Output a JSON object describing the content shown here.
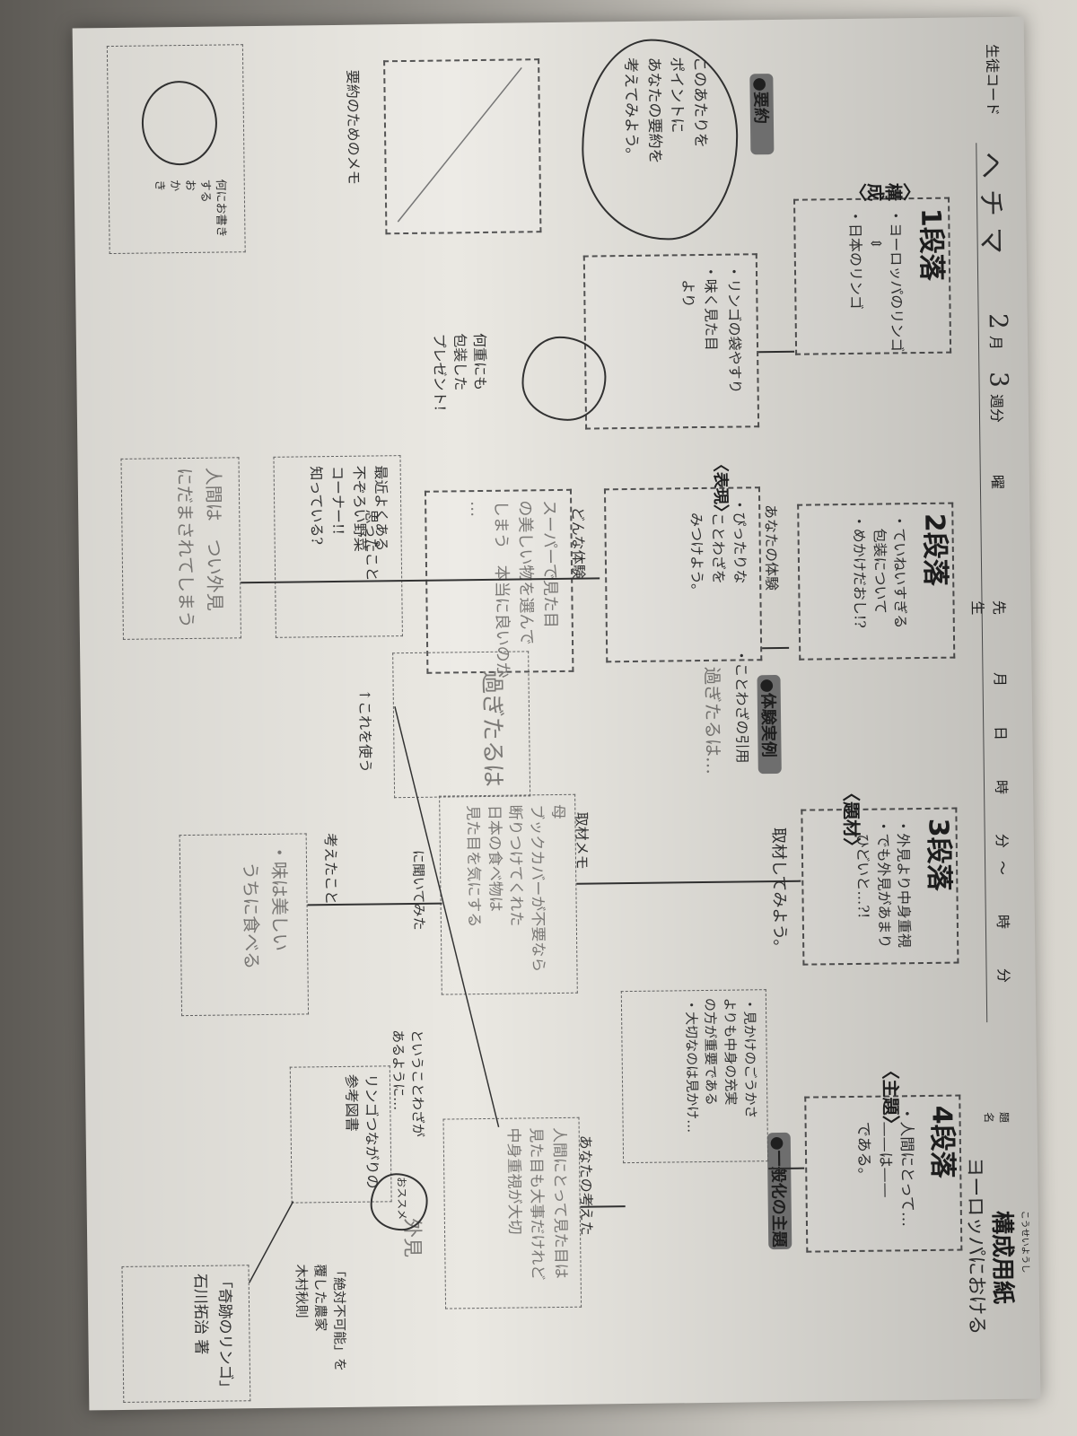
{
  "header": {
    "form_title": "構成用紙",
    "title_ruby": "こうせいようし",
    "subject_label": "題名",
    "subject_value": "ヨーロッパにおける",
    "student_code_label": "生徒コード",
    "student_code_value": "ヘチマ",
    "month_value": "2",
    "month_unit": "月",
    "week_value": "3",
    "week_unit": "週分",
    "day_unit": "曜",
    "teacher_label": "先生",
    "date_text": "月　日　時　分〜　時　分"
  },
  "sections": {
    "s1": {
      "heading": "1段落",
      "tag": "〈構成〉",
      "lines": "・ヨーロッパのリンゴ\n　　⇕\n・日本のリンゴ"
    },
    "s2": {
      "heading": "2段落",
      "lines": "・ていねいすぎる\n　包装について\n・めかけだおし!?"
    },
    "s3": {
      "heading": "3段落",
      "tag": "〈題材〉",
      "lines": "・外見より中身重視\n・でも外見があまり\n　ひどいと…?!"
    },
    "s4": {
      "heading": "4段落",
      "tag": "〈主題〉",
      "lines": "・人間にとって…\n　——は——\n　である。"
    }
  },
  "summary": {
    "banner": "●要約",
    "cloud_text": "このあたりを\nポイントに\nあなたの要約を\n考えてみよう。",
    "box_text": "・リンゴの袋やすり\n・味く見た目\n　より",
    "memo_label": "要約のためのメモ",
    "gift_note": "何重にも\n包装した\nプレゼント!",
    "veg_note": "最近よくある\n不ぞろい野菜\nコーナー!!\n知っている?"
  },
  "experience": {
    "banner": "●体験実例",
    "your_experience_label": "あなたの体験",
    "what_experience": "どんな体験",
    "experience_text": "スーパーで見た目\nの美しい物を選んで\nしまう　本当に良いのか\n…",
    "thought_label": "思ったこと",
    "thought_text": "人間は　つい外見\nにだまされてしまう",
    "express_tag": "〈表現〉",
    "proverb_prompt": "・ぴったりな\n　ことわざを\n　みつけよう。",
    "proverb_label": "・ことわざの引用",
    "proverb_hint": "過ぎたるは…",
    "proverb_hint2": "過ぎたるは",
    "use_this": "↑これを使う",
    "interview_prompt": "取材してみよう。",
    "interview_label": "取材メモ",
    "interview_text": "母\nブックカバーが不要なら\n断りつけてくれた\n日本の食べ物は\n見た目を気にする",
    "interview_note": "に聞いてみた",
    "mother": "母",
    "thought2_label": "考えたこと",
    "thought2_text": "・味は美しい\n　うちに食べる",
    "general_banner": "●一般化の主題",
    "your_idea": "あなたの考えた",
    "idea_text": "人間にとって見た目は\n見た目も大事だけれど\n中身重視が大切",
    "quote_box": "・見かけのごうかさ\nよりも中身の充実\nの方が重要である\n・大切なのは見かけ…",
    "kotowaza_note": "ということわざが\nあるように…",
    "keyword": "外見",
    "ref_label": "リンゴつながりの\n参考図書",
    "recommend": "おススメ",
    "book1": "「奇跡のリンゴ」\n石川拓治 著",
    "book2": "「絶対不可能」を\n覆した農家\n木村秋則"
  },
  "bear": {
    "note": "何にお書き\nする\nお\nか\nき"
  }
}
